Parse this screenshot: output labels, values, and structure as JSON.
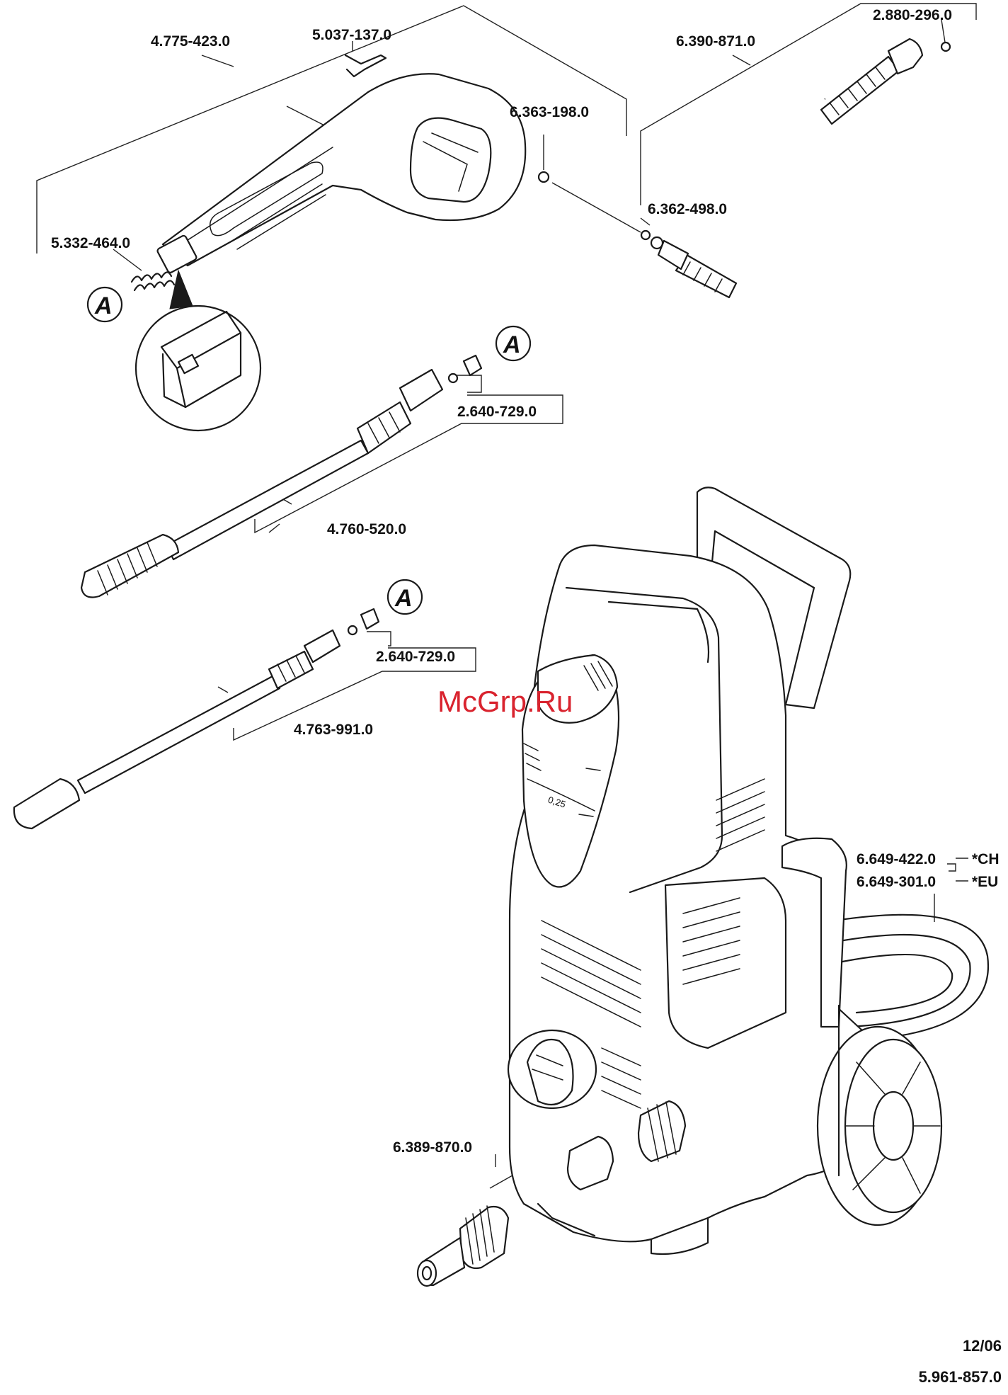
{
  "parts": {
    "gun_assembly": "4.775-423.0",
    "clip": "5.037-137.0",
    "spring": "5.332-464.0",
    "oring_gun": "6.363-198.0",
    "oring_hose": "6.362-498.0",
    "hose": "6.390-871.0",
    "oring_hose_end": "2.880-296.0",
    "nozzle_kit_1": "2.640-729.0",
    "lance_1": "4.760-520.0",
    "nozzle_kit_2": "2.640-729.0",
    "lance_2": "4.763-991.0",
    "cable_ch": "6.649-422.0",
    "cable_eu": "6.649-301.0",
    "coupling": "6.389-870.0"
  },
  "regions": {
    "ch": "*CH",
    "eu": "*EU"
  },
  "callouts": {
    "detail_letter": "A"
  },
  "watermark": "McGrp.Ru",
  "dial_value": "0,25",
  "footer": {
    "date": "12/06",
    "doc_number": "5.961-857.0"
  }
}
